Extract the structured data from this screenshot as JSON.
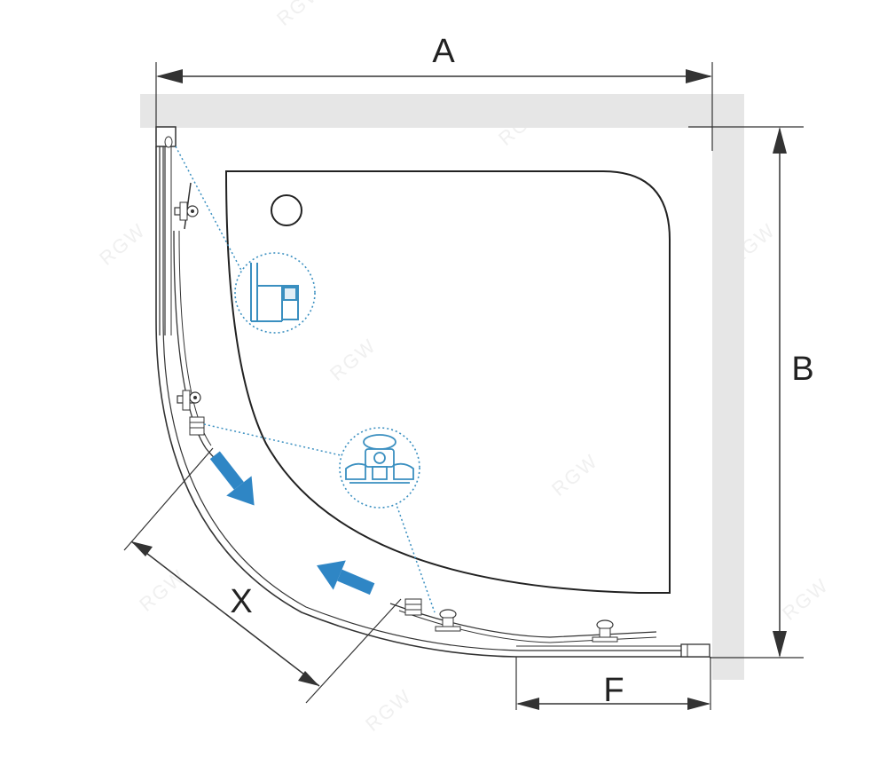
{
  "dimensions": {
    "width_label": "A",
    "depth_label": "B",
    "door_label": "X",
    "fixed_panel_label": "F"
  },
  "watermark": {
    "text": "RGW"
  },
  "callouts": [
    {
      "name": "profile-detail",
      "icon": "wall-profile-icon"
    },
    {
      "name": "roller-detail",
      "icon": "roller-icon"
    }
  ],
  "colors": {
    "wall": "#e6e6e6",
    "line": "#333333",
    "arrow": "#2f86c5",
    "callout": "#3a8fc0"
  }
}
